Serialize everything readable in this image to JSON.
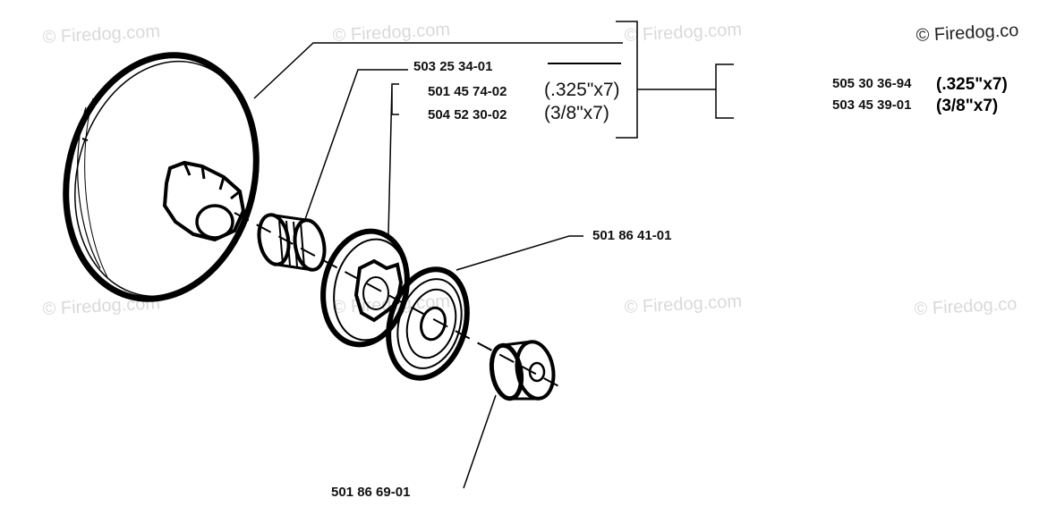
{
  "watermark": {
    "text": "© Firedog.com",
    "corner_text": "© Firedog.co",
    "edge_text": "© Firedog.co"
  },
  "parts": {
    "drum": "503 25 34-01",
    "rim_325": {
      "number": "501 45 74-02",
      "size": "(.325\"x7)"
    },
    "rim_38": {
      "number": "504 52 30-02",
      "size": "(3/8\"x7)"
    },
    "kit_325": {
      "number": "505 30 36-94",
      "size": "(.325\"x7)"
    },
    "kit_38": {
      "number": "503 45 39-01",
      "size": "(3/8\"x7)"
    },
    "washer": "501 86 41-01",
    "nut": "501 86 69-01"
  }
}
